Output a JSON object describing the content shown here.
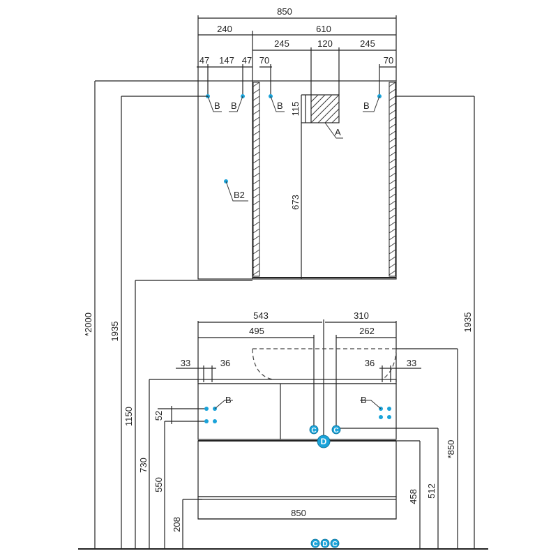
{
  "dimensions": {
    "top_width": "850",
    "top_left": "240",
    "top_right": "610",
    "sub_245_a": "245",
    "sub_120": "120",
    "sub_245_b": "245",
    "small_47_a": "47",
    "small_147": "147",
    "small_47_b": "47",
    "small_70_a": "70",
    "small_70_b": "70",
    "dim_115": "115",
    "dim_673": "673",
    "height_2000": "*2000",
    "height_1935_left": "1935",
    "height_1935_right": "1935",
    "height_1150": "1150",
    "height_730": "730",
    "height_550": "550",
    "height_208": "208",
    "height_52": "52",
    "vanity_543": "543",
    "vanity_310": "310",
    "vanity_495": "495",
    "vanity_262": "262",
    "offset_33_left": "33",
    "offset_36_left": "36",
    "offset_36_right": "36",
    "offset_33_right": "33",
    "height_850": "*850",
    "height_512": "512",
    "height_458": "458",
    "bottom_width": "850"
  },
  "labels": {
    "B": "B",
    "B2": "B2",
    "A": "A",
    "C": "C",
    "D": "D"
  },
  "colors": {
    "marker": "#1aa3d9",
    "line": "#222222"
  }
}
